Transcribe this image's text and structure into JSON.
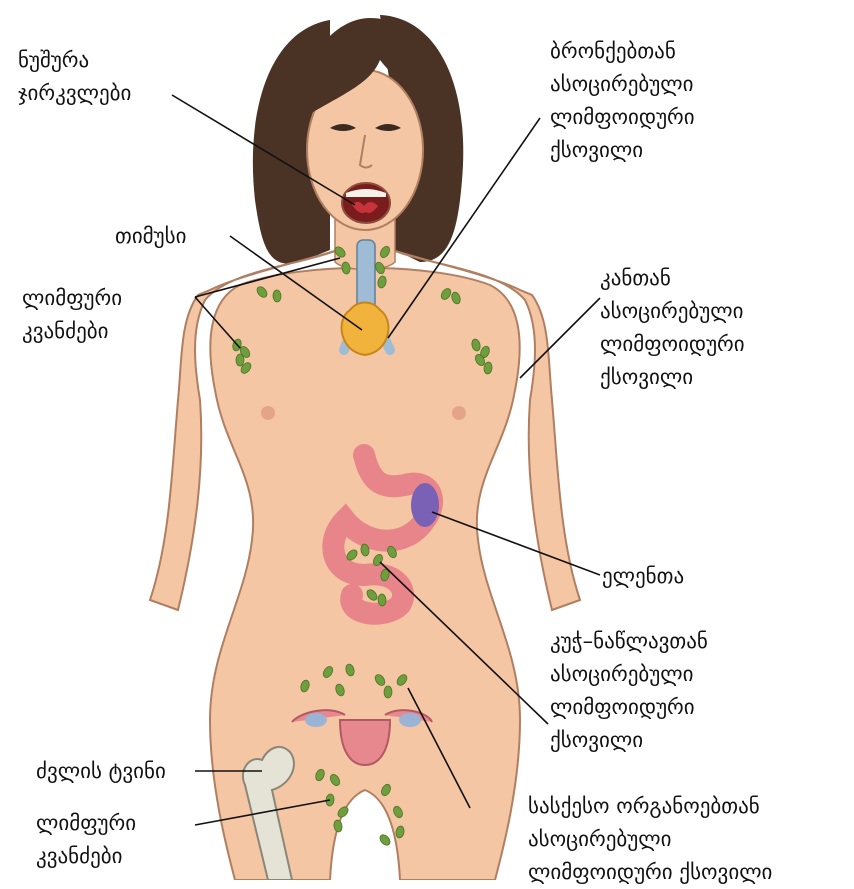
{
  "colors": {
    "skin": "#f4c6a4",
    "skin_outline": "#b07f62",
    "hair": "#4a3325",
    "lymph_node": "#6f9e3c",
    "thymus": "#f2b33d",
    "trachea": "#9fbcd6",
    "spleen": "#7b61b5",
    "stomach": "#e8858b",
    "uterus": "#e7888f",
    "bone": "#e5e2d6",
    "leader_line": "#111111"
  },
  "labels": {
    "tonsils": [
      "ნუშურა",
      "ჯირკვლები"
    ],
    "bronchial": [
      "ბრონქებთან",
      "ასოცირებული",
      "ლიმფოიდური",
      "ქსოვილი"
    ],
    "thymus": [
      "თიმუსი"
    ],
    "lymph_nodes_top": [
      "ლიმფური",
      "კვანძები"
    ],
    "skin_assoc": [
      "კანთან",
      "ასოცირებული",
      "ლიმფოიდური",
      "ქსოვილი"
    ],
    "spleen": [
      "ელენთა"
    ],
    "gut_assoc": [
      "კუჭ–ნაწლავთან",
      "ასოცირებული",
      "ლიმფოიდური",
      "ქსოვილი"
    ],
    "bone_marrow": [
      "ძვლის ტვინი"
    ],
    "lymph_nodes_bottom": [
      "ლიმფური",
      "კვანძები"
    ],
    "genital_assoc": [
      "სასქესო ორგანოებთან",
      "ასოცირებული",
      "ლიმფოიდური ქსოვილი"
    ]
  }
}
